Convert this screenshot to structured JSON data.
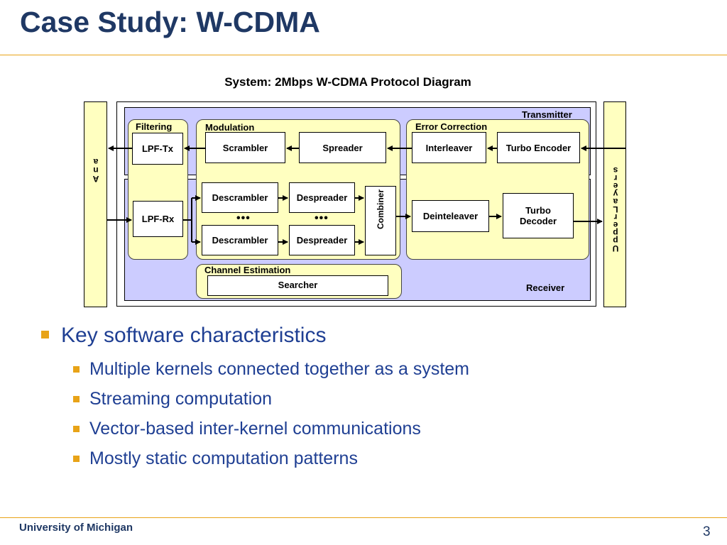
{
  "slide": {
    "title": "Case Study: W-CDMA",
    "footer": "University of Michigan",
    "page_number": "3",
    "accent_color": "#e8a317",
    "title_color": "#1f3864"
  },
  "diagram": {
    "title": "System: 2Mbps W-CDMA Protocol Diagram",
    "sections": {
      "transmitter": "Transmitter",
      "receiver": "Receiver"
    },
    "side_bars": {
      "left": "A\nn\na",
      "right": "U\np\np\ne\nr\nL\na\ny\ne\nr\ns"
    },
    "groups": {
      "filtering": "Filtering",
      "modulation": "Modulation",
      "error_correction": "Error Correction",
      "channel_estimation": "Channel Estimation"
    },
    "blocks": {
      "lpf_tx": "LPF-Tx",
      "scrambler": "Scrambler",
      "spreader": "Spreader",
      "interleaver": "Interleaver",
      "turbo_encoder": "Turbo Encoder",
      "lpf_rx": "LPF-Rx",
      "descrambler_1": "Descrambler",
      "despreader_1": "Despreader",
      "descrambler_2": "Descrambler",
      "despreader_2": "Despreader",
      "combiner": "Combiner",
      "deinteleaver": "Deinteleaver",
      "turbo_decoder": "Turbo Decoder",
      "searcher": "Searcher"
    },
    "ellipsis": "•••"
  },
  "bullets": {
    "main": "Key software characteristics",
    "items": [
      "Multiple kernels connected together as a system",
      "Streaming computation",
      "Vector-based inter-kernel communications",
      "Mostly static computation patterns"
    ]
  }
}
